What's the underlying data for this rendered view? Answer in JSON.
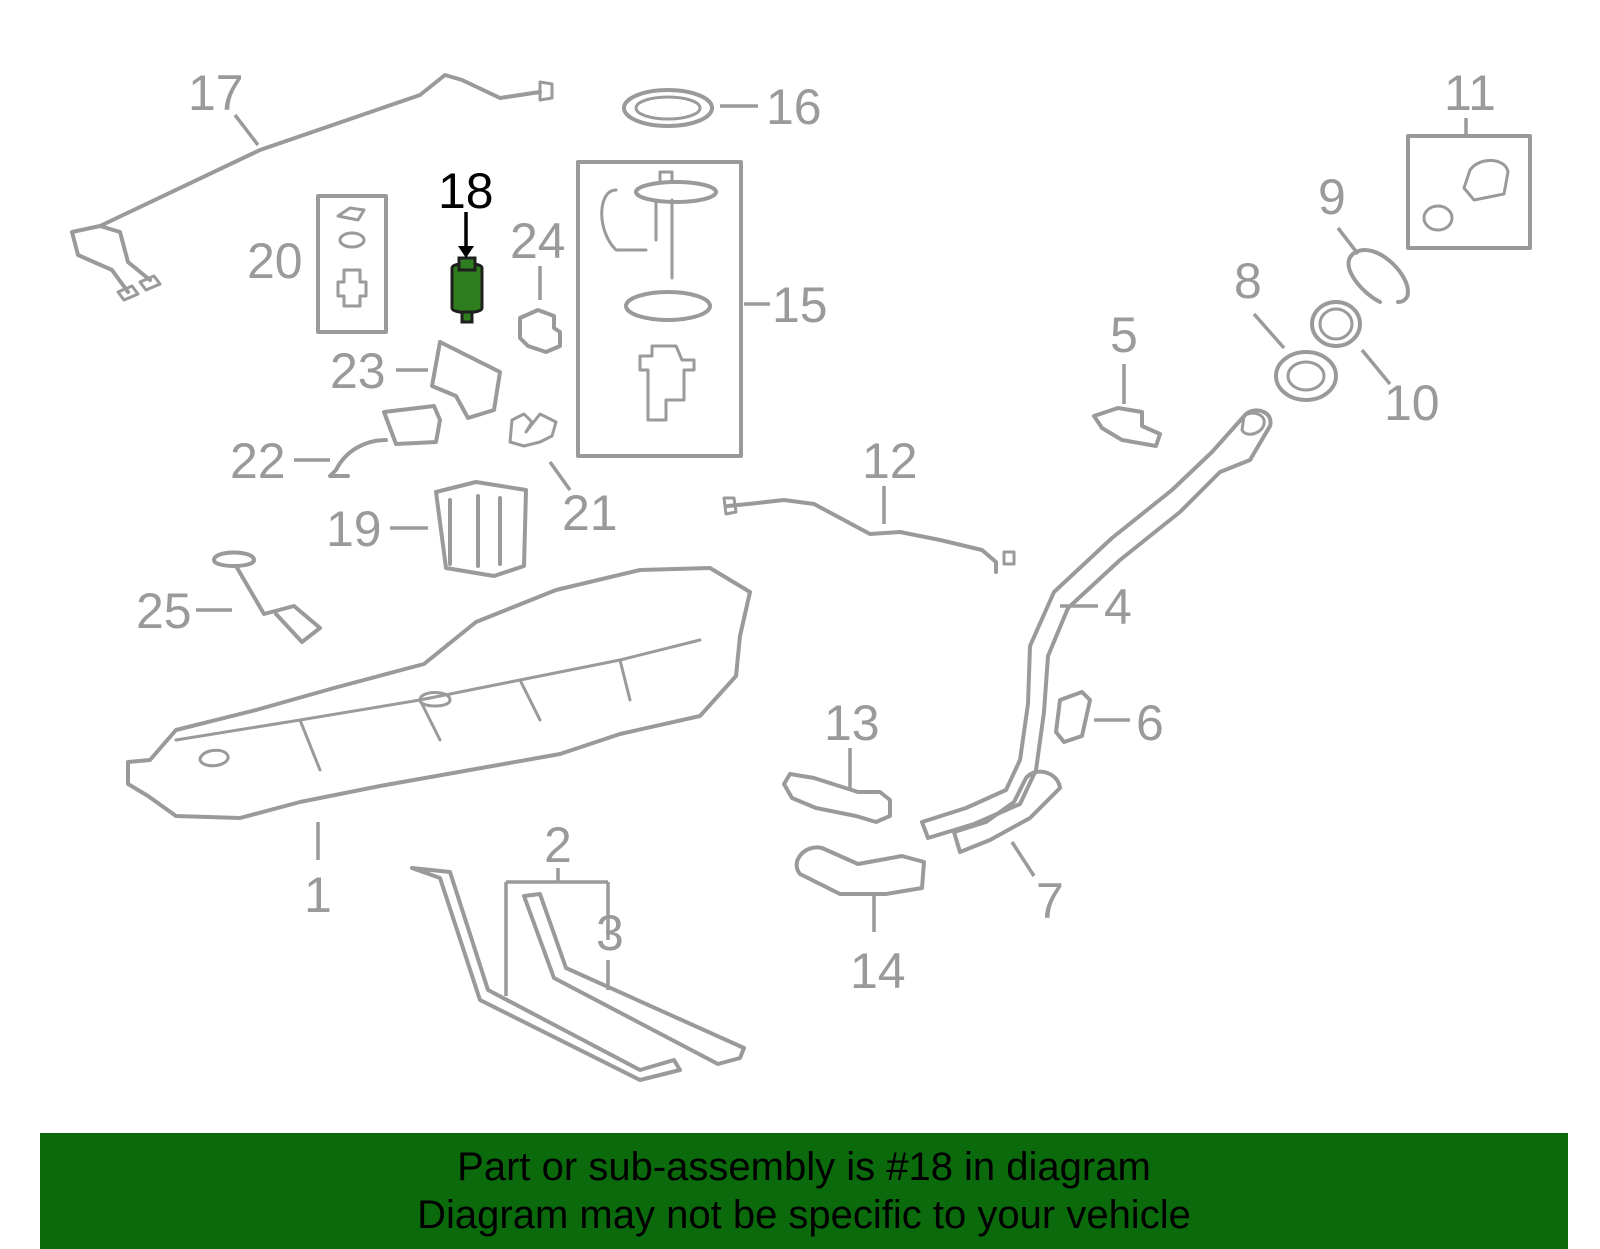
{
  "diagram": {
    "callouts": {
      "c1": "1",
      "c2": "2",
      "c3": "3",
      "c4": "4",
      "c5": "5",
      "c6": "6",
      "c7": "7",
      "c8": "8",
      "c9": "9",
      "c10": "10",
      "c11": "11",
      "c12": "12",
      "c13": "13",
      "c14": "14",
      "c15": "15",
      "c16": "16",
      "c17": "17",
      "c18": "18",
      "c19": "19",
      "c20": "20",
      "c21": "21",
      "c22": "22",
      "c23": "23",
      "c24": "24",
      "c25": "25"
    },
    "highlighted_part": "18",
    "colors": {
      "line_art": "#9a9a9a",
      "highlight_fill": "#2e7d1e",
      "banner": "#0b6a0b"
    }
  },
  "banner": {
    "line1": "Part or sub-assembly is #18 in diagram",
    "line2": "Diagram may not be specific to your vehicle"
  }
}
